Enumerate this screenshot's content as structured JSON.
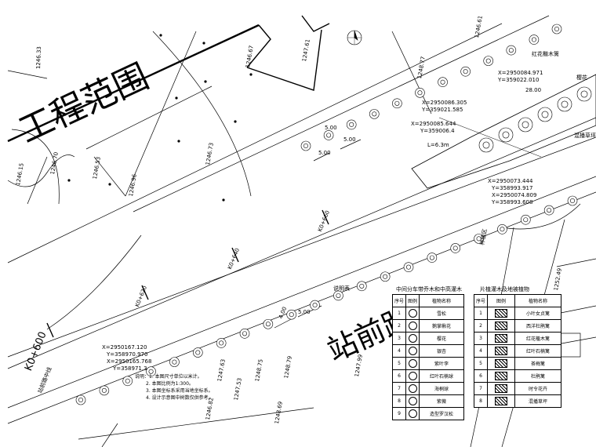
{
  "title_main": "站前路",
  "title_side": "工程范围",
  "stations": {
    "k0600": "K0+600",
    "k0620": "K0+620",
    "k0640": "K0+640",
    "k0660": "K0+660"
  },
  "road_label_left": "站前路中线",
  "coordinates": {
    "c1": [
      "X=2950084.971",
      "Y=359022.010"
    ],
    "c2": [
      "X=2950086.305",
      "Y=359021.585"
    ],
    "c3": [
      "X=2950085.644",
      "Y=359006.4"
    ],
    "c4": [
      "X=2950073.444",
      "Y=358993.917"
    ],
    "c5": [
      "X=2950074.809",
      "Y=358993.608"
    ],
    "c6": [
      "X=2950167.120",
      "Y=358970.970"
    ],
    "c7": [
      "X=2950165.768",
      "Y=358971.3"
    ]
  },
  "dimensions": [
    "5.00",
    "5.00",
    "5.00",
    "4.00",
    "5.00",
    "28.00",
    "L=6.3m"
  ],
  "elevations": [
    "1246.33",
    "1246.61",
    "1247.61",
    "1246.67",
    "1248.77",
    "1246.70",
    "1246.15",
    "1246.53",
    "1246.96",
    "1246.73",
    "1247.53",
    "1248.75",
    "1248.79",
    "1248.69",
    "1247.63",
    "1247.99",
    "1246.82",
    "1252.49"
  ],
  "annotations": {
    "planting_right1": "红花檵木篱",
    "planting_right2": "混播草坪",
    "planting_top": "樱花",
    "planting_zone": "种植区",
    "legend_heading_small": "说明表"
  },
  "notes": [
    "说明：1. 本图尺寸单位以米计。",
    "2. 本图比例为1:300。",
    "3. 本图坐标系采用当地坐标系。",
    "4. 设计示意图中树数仅供参考。"
  ],
  "table1": {
    "title": "中间分车带乔木和中高灌木",
    "headers": [
      "序号",
      "图例",
      "植物名称"
    ],
    "rows": [
      [
        "1",
        "雪松"
      ],
      [
        "2",
        "鹅掌楸花"
      ],
      [
        "3",
        "樱花"
      ],
      [
        "4",
        "银杏"
      ],
      [
        "5",
        "紫叶李"
      ],
      [
        "6",
        "红叶石楠球"
      ],
      [
        "7",
        "海桐球"
      ],
      [
        "8",
        "紫薇"
      ],
      [
        "9",
        "造型罗汉松"
      ]
    ]
  },
  "table2": {
    "title": "片植灌木及地被植物",
    "headers": [
      "序号",
      "图例",
      "植物名称"
    ],
    "rows": [
      [
        "1",
        "小叶女贞篱"
      ],
      [
        "2",
        "西洋杜鹃篱"
      ],
      [
        "3",
        "红花檵木篱"
      ],
      [
        "4",
        "红叶石楠篱"
      ],
      [
        "5",
        "茶梅篱"
      ],
      [
        "6",
        "杜鹃篱"
      ],
      [
        "7",
        "时令花卉"
      ],
      [
        "8",
        "混播草坪"
      ]
    ]
  }
}
